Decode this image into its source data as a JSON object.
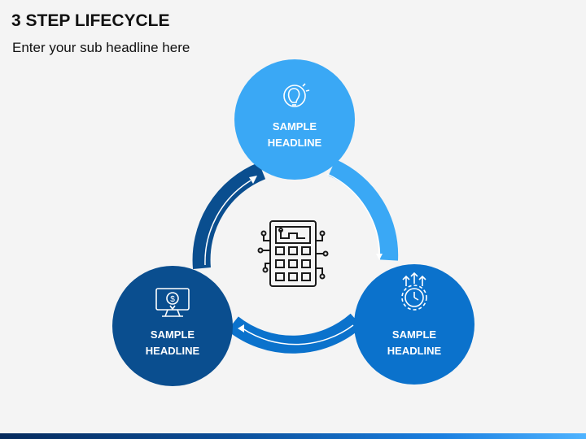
{
  "header": {
    "title": "3 STEP LIFECYCLE",
    "subtitle": "Enter your sub headline here"
  },
  "steps": [
    {
      "label": "SAMPLE\nHEADLINE",
      "icon": "lightbulb-idea-icon",
      "color": "#3aa8f5"
    },
    {
      "label": "SAMPLE\nHEADLINE",
      "icon": "gear-clock-growth-icon",
      "color": "#0b72cc"
    },
    {
      "label": "SAMPLE\nHEADLINE",
      "icon": "monitor-dollar-icon",
      "color": "#0a4e8f"
    }
  ],
  "center": {
    "icon": "circuit-board-chip-icon"
  },
  "colors": {
    "light": "#3aa8f5",
    "mid": "#0b72cc",
    "dark": "#0a4e8f"
  }
}
